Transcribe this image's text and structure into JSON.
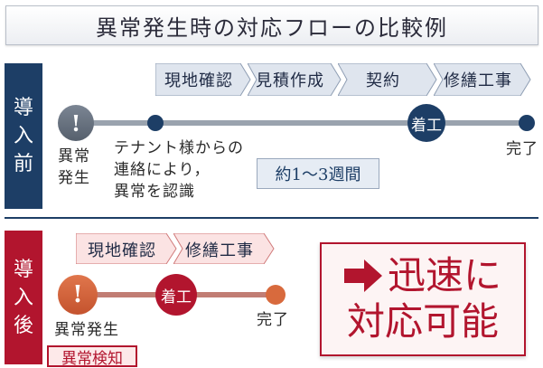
{
  "title": "異常発生時の対応フローの比較例",
  "before": {
    "side_label": [
      "導",
      "入",
      "前"
    ],
    "steps": [
      "現地確認",
      "見積作成",
      "契約",
      "修繕工事"
    ],
    "alert_symbol": "!",
    "occurrence": [
      "異常",
      "発生"
    ],
    "contact": [
      "テナント様からの",
      "連絡により，",
      "異常を認識"
    ],
    "duration": "約1～3週間",
    "start_label": "着工",
    "end_label": "完了",
    "colors": {
      "navy": "#1d3e66",
      "line": "#9aa3ae",
      "step_fill": "#dfe5ee"
    }
  },
  "after": {
    "side_label": [
      "導",
      "入",
      "後"
    ],
    "steps": [
      "現地確認",
      "修繕工事"
    ],
    "alert_symbol": "!",
    "occurrence": "異常発生",
    "detection": "異常検知",
    "start_label": "着工",
    "end_label": "完了",
    "result_icon": "right-arrow-icon",
    "result_line1": "迅速に",
    "result_line2": "対応可能",
    "colors": {
      "red": "#b2152e",
      "orange": "#d86a3d",
      "step_fill": "#fbe3e3"
    }
  }
}
